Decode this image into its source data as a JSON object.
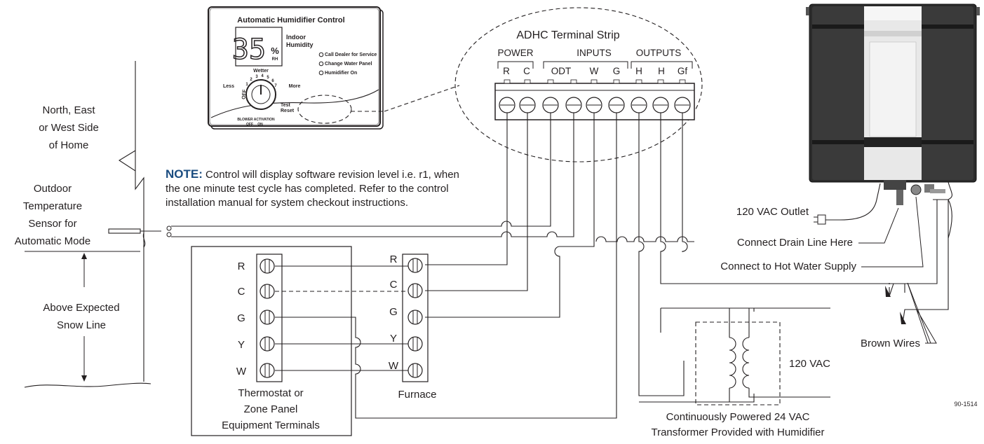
{
  "control": {
    "title": "Automatic Humidifier Control",
    "display_value": "35",
    "display_unit_top": "%",
    "display_unit_bottom": "RH",
    "indoor_label_1": "Indoor",
    "indoor_label_2": "Humidity",
    "dial_label": "Wetter",
    "less_label": "Less",
    "more_label": "More",
    "off_label": "OFF",
    "dial_numbers": [
      "1",
      "2",
      "3",
      "4",
      "5",
      "6",
      "7"
    ],
    "test_label": "Test",
    "reset_label": "Reset",
    "status_call_dealer": "Call Dealer for Service",
    "status_change_panel": "Change Water Panel",
    "status_humidifier_on": "Humidifier On",
    "blower_label": "BLOWER ACTIVATION",
    "blower_off": "OFF",
    "blower_on": "ON"
  },
  "terminal_strip": {
    "title": "ADHC Terminal Strip",
    "group_power": "POWER",
    "group_inputs": "INPUTS",
    "group_outputs": "OUTPUTS",
    "terminals": [
      "R",
      "C",
      "ODT",
      "W",
      "G",
      "H",
      "H",
      "Gf"
    ]
  },
  "note": {
    "prefix": "NOTE:",
    "text": " Control will display software revision level i.e. r1, when the one minute test cycle has completed. Refer to the control installation manual for system checkout instructions."
  },
  "left_labels": {
    "side_of_home_1": "North, East",
    "side_of_home_2": "or West Side",
    "side_of_home_3": "of Home",
    "sensor_1": "Outdoor",
    "sensor_2": "Temperature",
    "sensor_3": "Sensor for",
    "sensor_4": "Automatic Mode",
    "snow_1": "Above Expected",
    "snow_2": "Snow Line"
  },
  "thermostat": {
    "terminals": [
      "R",
      "C",
      "G",
      "Y",
      "W"
    ],
    "caption_1": "Thermostat or",
    "caption_2": "Zone Panel",
    "caption_3": "Equipment Terminals"
  },
  "furnace": {
    "terminals": [
      "R",
      "C",
      "G",
      "Y",
      "W"
    ],
    "caption": "Furnace"
  },
  "humidifier_labels": {
    "outlet": "120 VAC Outlet",
    "drain": "Connect Drain Line Here",
    "hot_water": "Connect to Hot Water Supply",
    "brown_wires": "Brown Wires"
  },
  "transformer": {
    "voltage": "120 VAC",
    "caption_1": "Continuously Powered 24 VAC",
    "caption_2": "Transformer Provided with Humidifier"
  },
  "part_number": "90-1514"
}
